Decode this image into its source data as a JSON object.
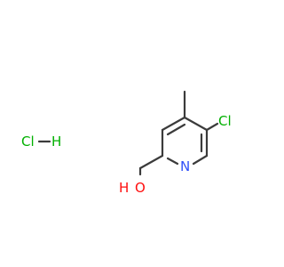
{
  "molecule": {
    "atoms": {
      "chlorine": {
        "symbol": "Cl",
        "color": "#00b000"
      },
      "nitrogen": {
        "symbol": "N",
        "color": "#3050f8"
      },
      "oxygen": {
        "symbol": "O",
        "color": "#ff0d0d"
      },
      "hydroxyl_hydrogen": {
        "symbol": "H",
        "color": "#ff0d0d"
      }
    }
  },
  "salt": {
    "chlorine": {
      "symbol": "Cl",
      "color": "#00b000"
    },
    "hydrogen": {
      "symbol": "H",
      "color": "#00b000"
    }
  },
  "bond_color": "#3b3b3b"
}
